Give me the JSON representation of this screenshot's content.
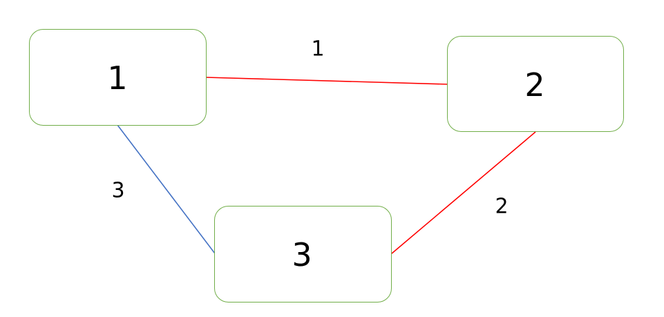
{
  "nodes": [
    {
      "id": "1",
      "label": "1"
    },
    {
      "id": "2",
      "label": "2"
    },
    {
      "id": "3",
      "label": "3"
    }
  ],
  "edges": [
    {
      "from": "1",
      "to": "2",
      "weight": "1",
      "color": "#ff0000"
    },
    {
      "from": "2",
      "to": "3",
      "weight": "2",
      "color": "#ff0000"
    },
    {
      "from": "1",
      "to": "3",
      "weight": "3",
      "color": "#4472c4"
    }
  ],
  "colors": {
    "node_border": "#70ad47",
    "edge_red": "#ff0000",
    "edge_blue": "#4472c4"
  }
}
